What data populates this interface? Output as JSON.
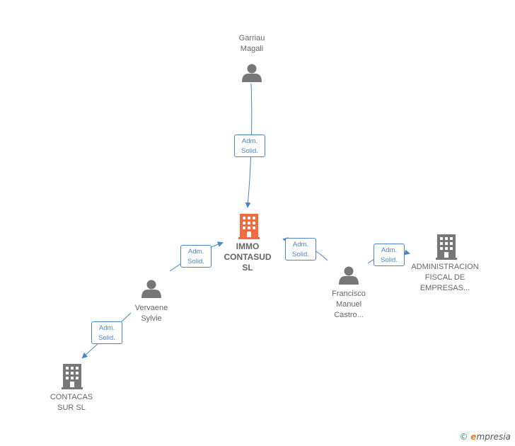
{
  "nodes": {
    "garriau": {
      "line1": "Garriau",
      "line2": "Magali",
      "type": "person"
    },
    "immo": {
      "line1": "IMMO",
      "line2": "CONTASUD",
      "line3": "SL",
      "type": "company-main"
    },
    "vervaene": {
      "line1": "Vervaene",
      "line2": "Sylvie",
      "type": "person"
    },
    "francisco": {
      "line1": "Francisco",
      "line2": "Manuel",
      "line3": "Castro...",
      "type": "person"
    },
    "administracion": {
      "line1": "ADMINISTRACION",
      "line2": "FISCAL DE",
      "line3": "EMPRESAS...",
      "type": "company"
    },
    "contacas": {
      "line1": "CONTACAS",
      "line2": "SUR SL",
      "type": "company"
    }
  },
  "edges": {
    "garriau_immo": {
      "line1": "Adm.",
      "line2": "Solid."
    },
    "vervaene_immo": {
      "line1": "Adm.",
      "line2": "Solid."
    },
    "francisco_immo": {
      "line1": "Adm.",
      "line2": "Solid."
    },
    "francisco_admin": {
      "line1": "Adm.",
      "line2": "Solid."
    },
    "vervaene_contacas": {
      "line1": "Adm.",
      "line2": "Solid."
    }
  },
  "colors": {
    "edge": "#4a86c8",
    "person_icon": "#777777",
    "company_icon": "#777777",
    "main_company_icon": "#f26b3a"
  },
  "footer": {
    "copyright": "©",
    "brand_initial": "e",
    "brand_rest": "mpresia"
  }
}
